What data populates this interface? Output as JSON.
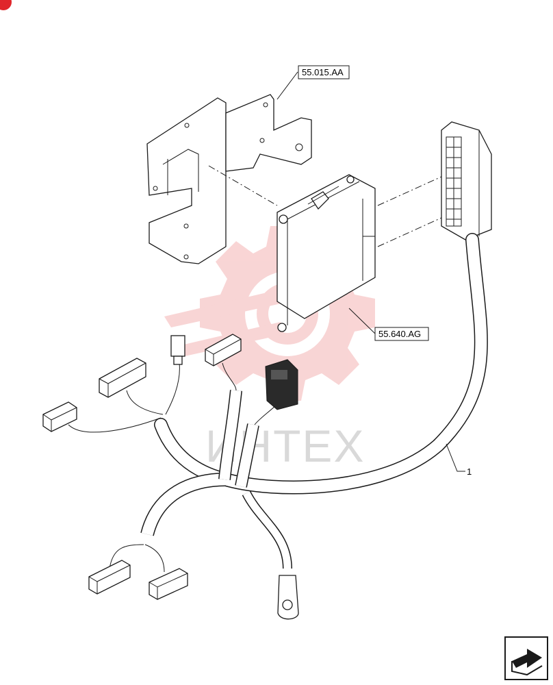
{
  "diagram": {
    "callouts": {
      "bracket": "55.015.AA",
      "control_unit": "55.640.AG",
      "harness": "1"
    },
    "watermark": {
      "text": "ИНТЕХ"
    },
    "colors": {
      "line": "#1a1a1a",
      "watermark": "#f4b3b3",
      "watermark_text": "#d9d9d9",
      "badge": "#e0262b"
    },
    "icons": {
      "corner_badge": "red-circle-badge",
      "navigation": "next-page-arrow-icon"
    }
  }
}
